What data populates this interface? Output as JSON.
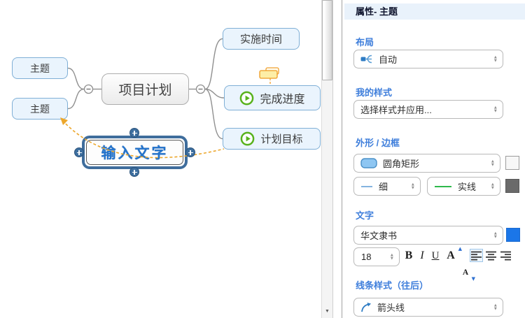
{
  "mindmap": {
    "topics": {
      "topic_left_1": "主题",
      "topic_left_2": "主题",
      "central": "项目计划",
      "branch_time": "实施时间",
      "branch_progress": "完成进度",
      "branch_goal": "计划目标",
      "floating_editing": "输入文字"
    },
    "colors": {
      "node_fill": "#eaf4fd",
      "node_border": "#7fafd6",
      "edge_gray": "#909090",
      "relation_orange": "#eca72c",
      "play_green": "#58b21c",
      "selection_blue": "#3f6d9c",
      "floating_text_blue": "#2373cb"
    },
    "icons": {
      "play": "play-circle-icon",
      "note": "note-icon",
      "collapse": "collapse-minus-icon",
      "handle": "plus-handle-icon"
    }
  },
  "panel": {
    "title": "属性- 主题",
    "layout": {
      "label": "布局",
      "value": "自动"
    },
    "my_styles": {
      "label": "我的样式",
      "value": "选择样式并应用..."
    },
    "shape_border": {
      "label": "外形 / 边框",
      "shape_value": "圆角矩形",
      "border_width_value": "细",
      "border_style_value": "实线",
      "fill_swatch": "#f7f7f7",
      "border_swatch": "#6a6a6a"
    },
    "text": {
      "label": "文字",
      "font_family": "华文隶书",
      "font_size": "18",
      "bold": "B",
      "italic": "I",
      "underline": "U",
      "increase": "A",
      "decrease": "A",
      "font_color_swatch": "#1b76e8"
    },
    "line_style": {
      "label": "线条样式（往后）",
      "value": "箭头线"
    },
    "accent_label_color": "#3e7edb",
    "header_bg": "#e9f2fb"
  },
  "spinner_glyphs": {
    "up": "▲",
    "down": "▼"
  },
  "scrollbar": {
    "down_arrow": "▼"
  }
}
